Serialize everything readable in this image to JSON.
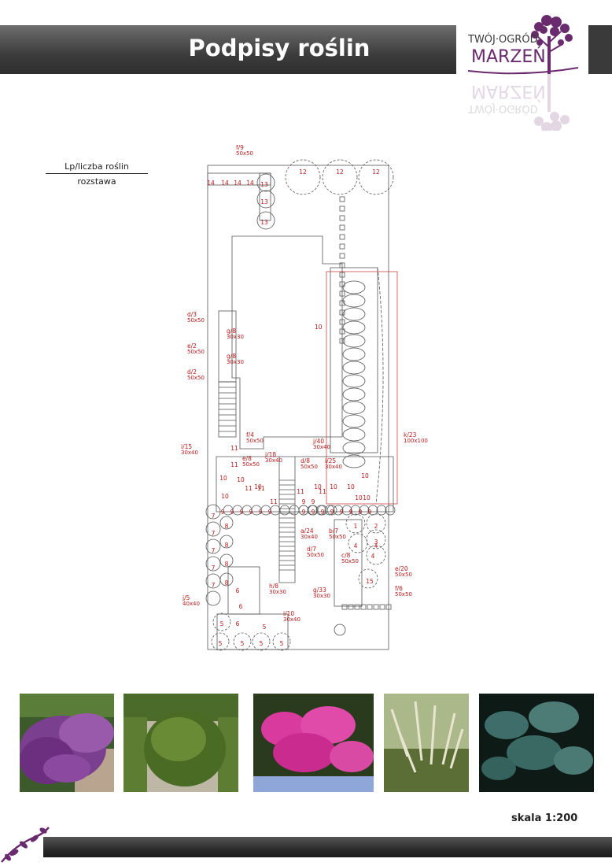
{
  "header": {
    "title": "Podpisy roślin"
  },
  "logo": {
    "line1": "TWÓJ·OGRÓD",
    "line2": "MARZEŃ",
    "colors": {
      "brand": "#6a2a6e",
      "text": "#3a3a3a"
    }
  },
  "legend": {
    "line1": "Lp/liczba roślin",
    "line2": "rozstawa"
  },
  "plan": {
    "color_labels": "#b51a1a",
    "labels": [
      {
        "l1": "f/9",
        "l2": "50x50"
      },
      {
        "l1": "d/3",
        "l2": "50x50"
      },
      {
        "l1": "g/8",
        "l2": "30x30"
      },
      {
        "l1": "e/2",
        "l2": "50x50"
      },
      {
        "l1": "g/8",
        "l2": "30x30"
      },
      {
        "l1": "d/2",
        "l2": "50x50"
      },
      {
        "l1": "f/4",
        "l2": "50x50"
      },
      {
        "l1": "i/15",
        "l2": "30x40"
      },
      {
        "l1": "e/8",
        "l2": "50x50"
      },
      {
        "l1": "j/18",
        "l2": "30x40"
      },
      {
        "l1": "d/8",
        "l2": "50x50"
      },
      {
        "l1": "j/40",
        "l2": "30x40"
      },
      {
        "l1": "i/25",
        "l2": "30x40"
      },
      {
        "l1": "k/23",
        "l2": "100x100"
      },
      {
        "l1": "a/24",
        "l2": "30x40"
      },
      {
        "l1": "b/7",
        "l2": "50x50"
      },
      {
        "l1": "d/7",
        "l2": "50x50"
      },
      {
        "l1": "c/8",
        "l2": "50x50"
      },
      {
        "l1": "e/20",
        "l2": "50x50"
      },
      {
        "l1": "f/6",
        "l2": "50x50"
      },
      {
        "l1": "h/8",
        "l2": "30x30"
      },
      {
        "l1": "g/33",
        "l2": "30x30"
      },
      {
        "l1": "j/5",
        "l2": "40x40"
      },
      {
        "l1": "i/10",
        "l2": "30x40"
      },
      {
        "l1": "10",
        "l2": ""
      }
    ],
    "numbers": [
      "14",
      "14",
      "14",
      "14",
      "13",
      "13",
      "13",
      "12",
      "12",
      "12",
      "11",
      "11",
      "11",
      "11",
      "11",
      "11",
      "11",
      "10",
      "10",
      "10",
      "10",
      "10",
      "10",
      "10",
      "10",
      "10",
      "10",
      "9",
      "9",
      "9",
      "9",
      "9",
      "9",
      "9",
      "9",
      "9",
      "9",
      "9",
      "9",
      "9",
      "9",
      "9",
      "9",
      "8",
      "8",
      "8",
      "8",
      "7",
      "7",
      "7",
      "7",
      "7",
      "6",
      "6",
      "6",
      "5",
      "5",
      "5",
      "5",
      "5",
      "5",
      "4",
      "4",
      "4",
      "3",
      "2",
      "1",
      "15"
    ]
  },
  "scale": {
    "label": "skala 1:200"
  },
  "photos": [
    {
      "name": "lavender"
    },
    {
      "name": "boxwood"
    },
    {
      "name": "azalea"
    },
    {
      "name": "fountain-grass"
    },
    {
      "name": "hosta"
    }
  ]
}
